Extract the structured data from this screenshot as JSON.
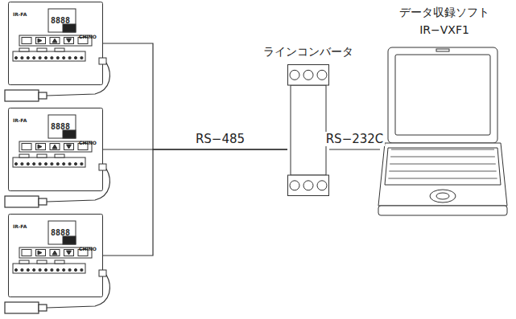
{
  "diagram": {
    "nodes": [
      {
        "text": [
          "IR-FA",
          "8888",
          "CHINO"
        ]
      },
      {
        "text": [
          "IR-FA",
          "8888",
          "CHINO"
        ]
      },
      {
        "text": [
          "IR-FA",
          "8888",
          "CHINO"
        ]
      },
      {
        "text": [
          "ラインコンバータ"
        ]
      },
      {
        "text": [
          "データ収録ソフト",
          "IR−VXF1"
        ]
      }
    ],
    "edges": [
      {
        "from": 0,
        "to": 3,
        "arrow": "none"
      },
      {
        "from": 1,
        "to": 3,
        "label": "RS−485",
        "arrow": "none"
      },
      {
        "from": 2,
        "to": 3,
        "arrow": "none"
      },
      {
        "from": 3,
        "to": 4,
        "label": "RS−232C",
        "arrow": "none"
      }
    ]
  }
}
